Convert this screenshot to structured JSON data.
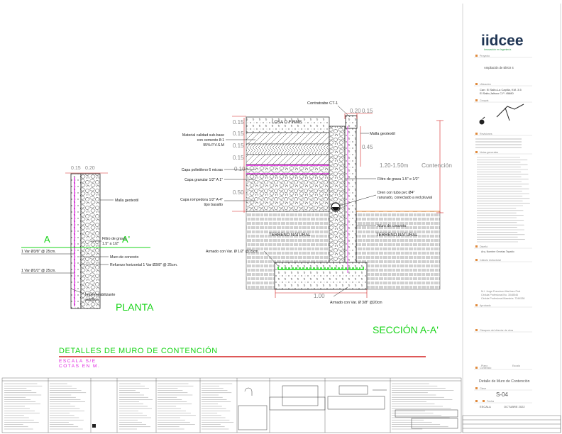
{
  "drawing": {
    "title": "DETALLES DE MURO DE CONTENCIÓN",
    "scale": "ESCALA S/E",
    "units": "COTAS EN M.",
    "plan_label": "PLANTA",
    "section_label": "SECCIÓN A-A'",
    "cut_a": "A",
    "cut_a_prime": "A'"
  },
  "plan": {
    "dim_left": "0.15",
    "dim_right": "0.20",
    "labels": {
      "malla": "Malla geotextil",
      "filtro": "Filtro de grava\n1.5\" a 1/2\"",
      "muro": "Muro de concreto",
      "refuerzo": "Refuerzo horizontal 1 Var Ø3/8\" @ 25cm.",
      "var1": "1 Var Ø3/8\" @ 25cm.",
      "var2": "1 Var Ø1/2\" @ 25cm.",
      "imper": "Impermeabilizante\nasfáltico"
    }
  },
  "section": {
    "contratrabe": "Contratrabe CT-1",
    "losa": "LOSA O FIRME",
    "malla": "Malla geotextil",
    "material": "Material calidad sub-base\ncon cemento 8:1\n95% P.V.S.M",
    "polietileno": "Capa polietileno 6 micras",
    "granular": "Capa granular 1/2\" A 1\"",
    "rompedora": "Capa rompedora 1/2\" A 4\"\ntipo basalto",
    "filtro": "Filtro de grava 1.5\" e 1/2\"",
    "dren": "Dren con tubo pvc Ø4\"\nranurado, conectado a red pluvial",
    "terreno_left": "TERRENO NATURAL",
    "terreno_right": "TERRENO NATURAL",
    "muro": "Muro de concreto",
    "armado1": "Armado con Var. Ø 1/2\" @15cm",
    "armado2": "Armado con Var. Ø 3/8\" @20cm",
    "contencion": "Contención",
    "dims": {
      "d020": "0.20",
      "d015": "0.15",
      "d045": "0.45",
      "d050": "0.50",
      "d120": "1.20-1.50m",
      "d100": "1.00",
      "d015a": "0.15",
      "d015b": "0.15",
      "d015c": "0.15",
      "d015d": "0.15",
      "d010": "0.10"
    }
  },
  "title_block": {
    "logo": "iidcee",
    "logo_tag": "Innovación en Ingeniería",
    "project_label": "Proyecto",
    "project": "Ampliación de Eléctr 4",
    "location_label": "Ubicación",
    "location": "Carr. El Salto-La Capilla, KM. 3.5\nEl Salto,Jalisco C.P. 45680",
    "croquis_label": "Croquis",
    "revision_label": "Revisiones",
    "notes_label": "Notas generales",
    "owner_label": "Diseñó",
    "owner": "Arq. Nombre Ornelas Tapatío",
    "calc_label": "Cálculo estructural",
    "responsible": "M.I. Jorge Francisco Martínez Prat\nCédula Profesional No. 3048546\nCédula Profesional Maestría: 7344538",
    "approved_label": "Aprobado",
    "stamp_label": "Clasques del director de obra",
    "plano_label": "Plano",
    "escala_label": "Escala",
    "contenido_label": "Contenido",
    "contenido": "Detalle de Muro de Contención",
    "clave_label": "Clave",
    "clave": "S-04",
    "fecha_label": "Fecha",
    "escala": "ESCALA",
    "fecha": "OCTUBRE 2022"
  },
  "colors": {
    "line": "#222222",
    "magenta": "#e020e0",
    "green": "#18d418",
    "red": "#d42020",
    "orange": "#e08a3c"
  }
}
